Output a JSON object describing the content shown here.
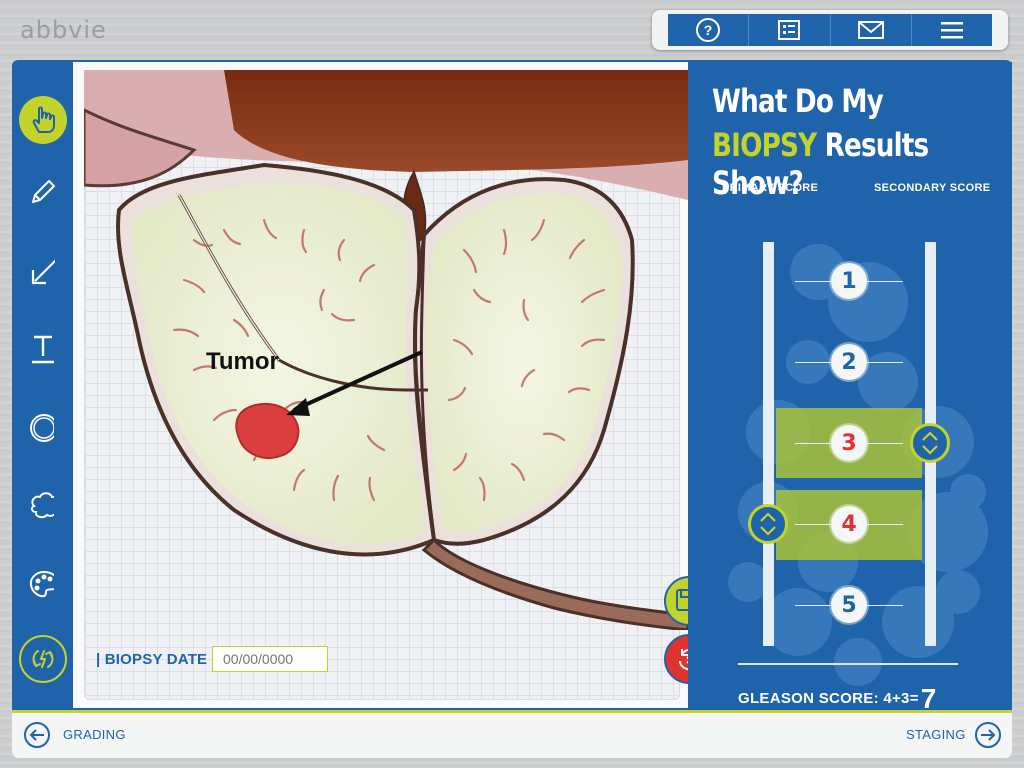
{
  "brand": {
    "logo_text": "abbvie"
  },
  "topbar": {
    "icons": [
      "help-icon",
      "document-list-icon",
      "mail-icon",
      "menu-icon"
    ]
  },
  "tools": [
    "hand-pointer-icon",
    "pencil-icon",
    "arrow-icon",
    "text-icon",
    "circle-icon",
    "freeform-shape-icon",
    "palette-icon",
    "reset-icon"
  ],
  "canvas": {
    "annotation_label": "Tumor",
    "biopsy_date_label": "| BIOPSY DATE |",
    "biopsy_date_placeholder": "00/00/0000"
  },
  "panel": {
    "title_line1": "What Do My",
    "title_highlight": "BIOPSY",
    "title_line2_rest": " Results Show?",
    "primary_label": "PRIMARY SCORE",
    "secondary_label": "SECONDARY SCORE",
    "scores": [
      "1",
      "2",
      "3",
      "4",
      "5"
    ],
    "primary_selected": 4,
    "secondary_selected": 3,
    "gleason_label": "GLEASON SCORE: 4+3=",
    "gleason_value": "7"
  },
  "nav": {
    "prev_label": "GRADING",
    "next_label": "STAGING"
  },
  "colors": {
    "accent_blue": "#1f63aa",
    "accent_lime": "#c3d32c",
    "selected_red": "#e0322f",
    "tumor_red": "#d9403f"
  }
}
